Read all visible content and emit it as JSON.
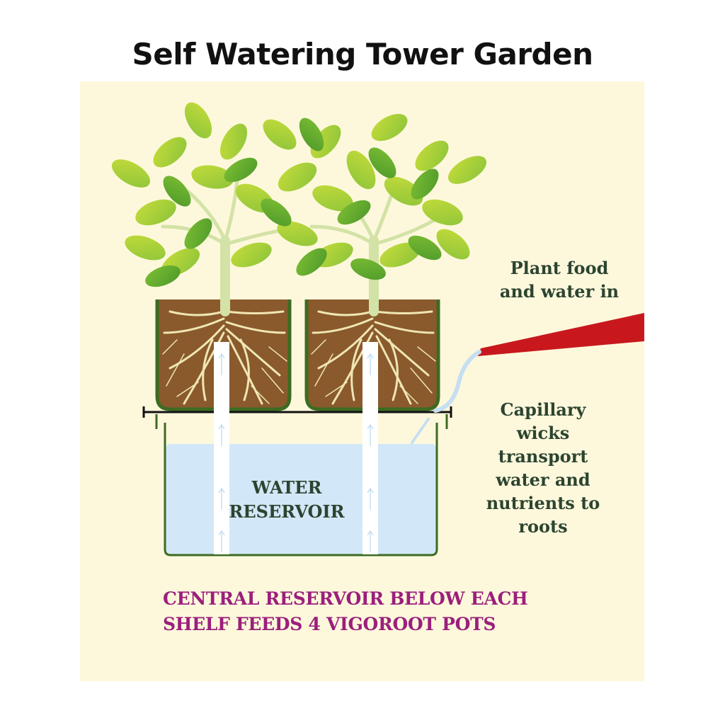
{
  "title": "Self Watering Tower Garden",
  "colors": {
    "background": "#ffffff",
    "panel": "#fdf8dc",
    "leaf_light": "#b3d334",
    "leaf_dark": "#5aa82e",
    "stem": "#d3e2a6",
    "soil": "#8a5a2c",
    "roots": "#f0e6b4",
    "pot_rim": "#3d6b23",
    "water": "#d2e8f8",
    "wick": "#ffffff",
    "spout": "#c8181e",
    "label_text": "#2c4430",
    "caption_text": "#9b1f7c"
  },
  "labels": {
    "plant_food": [
      "Plant food",
      "and water in"
    ],
    "capillary": [
      "Capillary",
      "wicks",
      "transport",
      "water and",
      "nutrients to",
      "roots"
    ],
    "reservoir": [
      "WATER",
      "RESERVOIR"
    ]
  },
  "caption": [
    "CENTRAL RESERVOIR BELOW EACH",
    "SHELF FEEDS 4 VIGOROOT POTS"
  ],
  "components": {
    "plants": 2,
    "pots": 2,
    "wicks": 2,
    "shelf": "bar",
    "reservoir": "water tank",
    "spout": "watering can spout"
  }
}
